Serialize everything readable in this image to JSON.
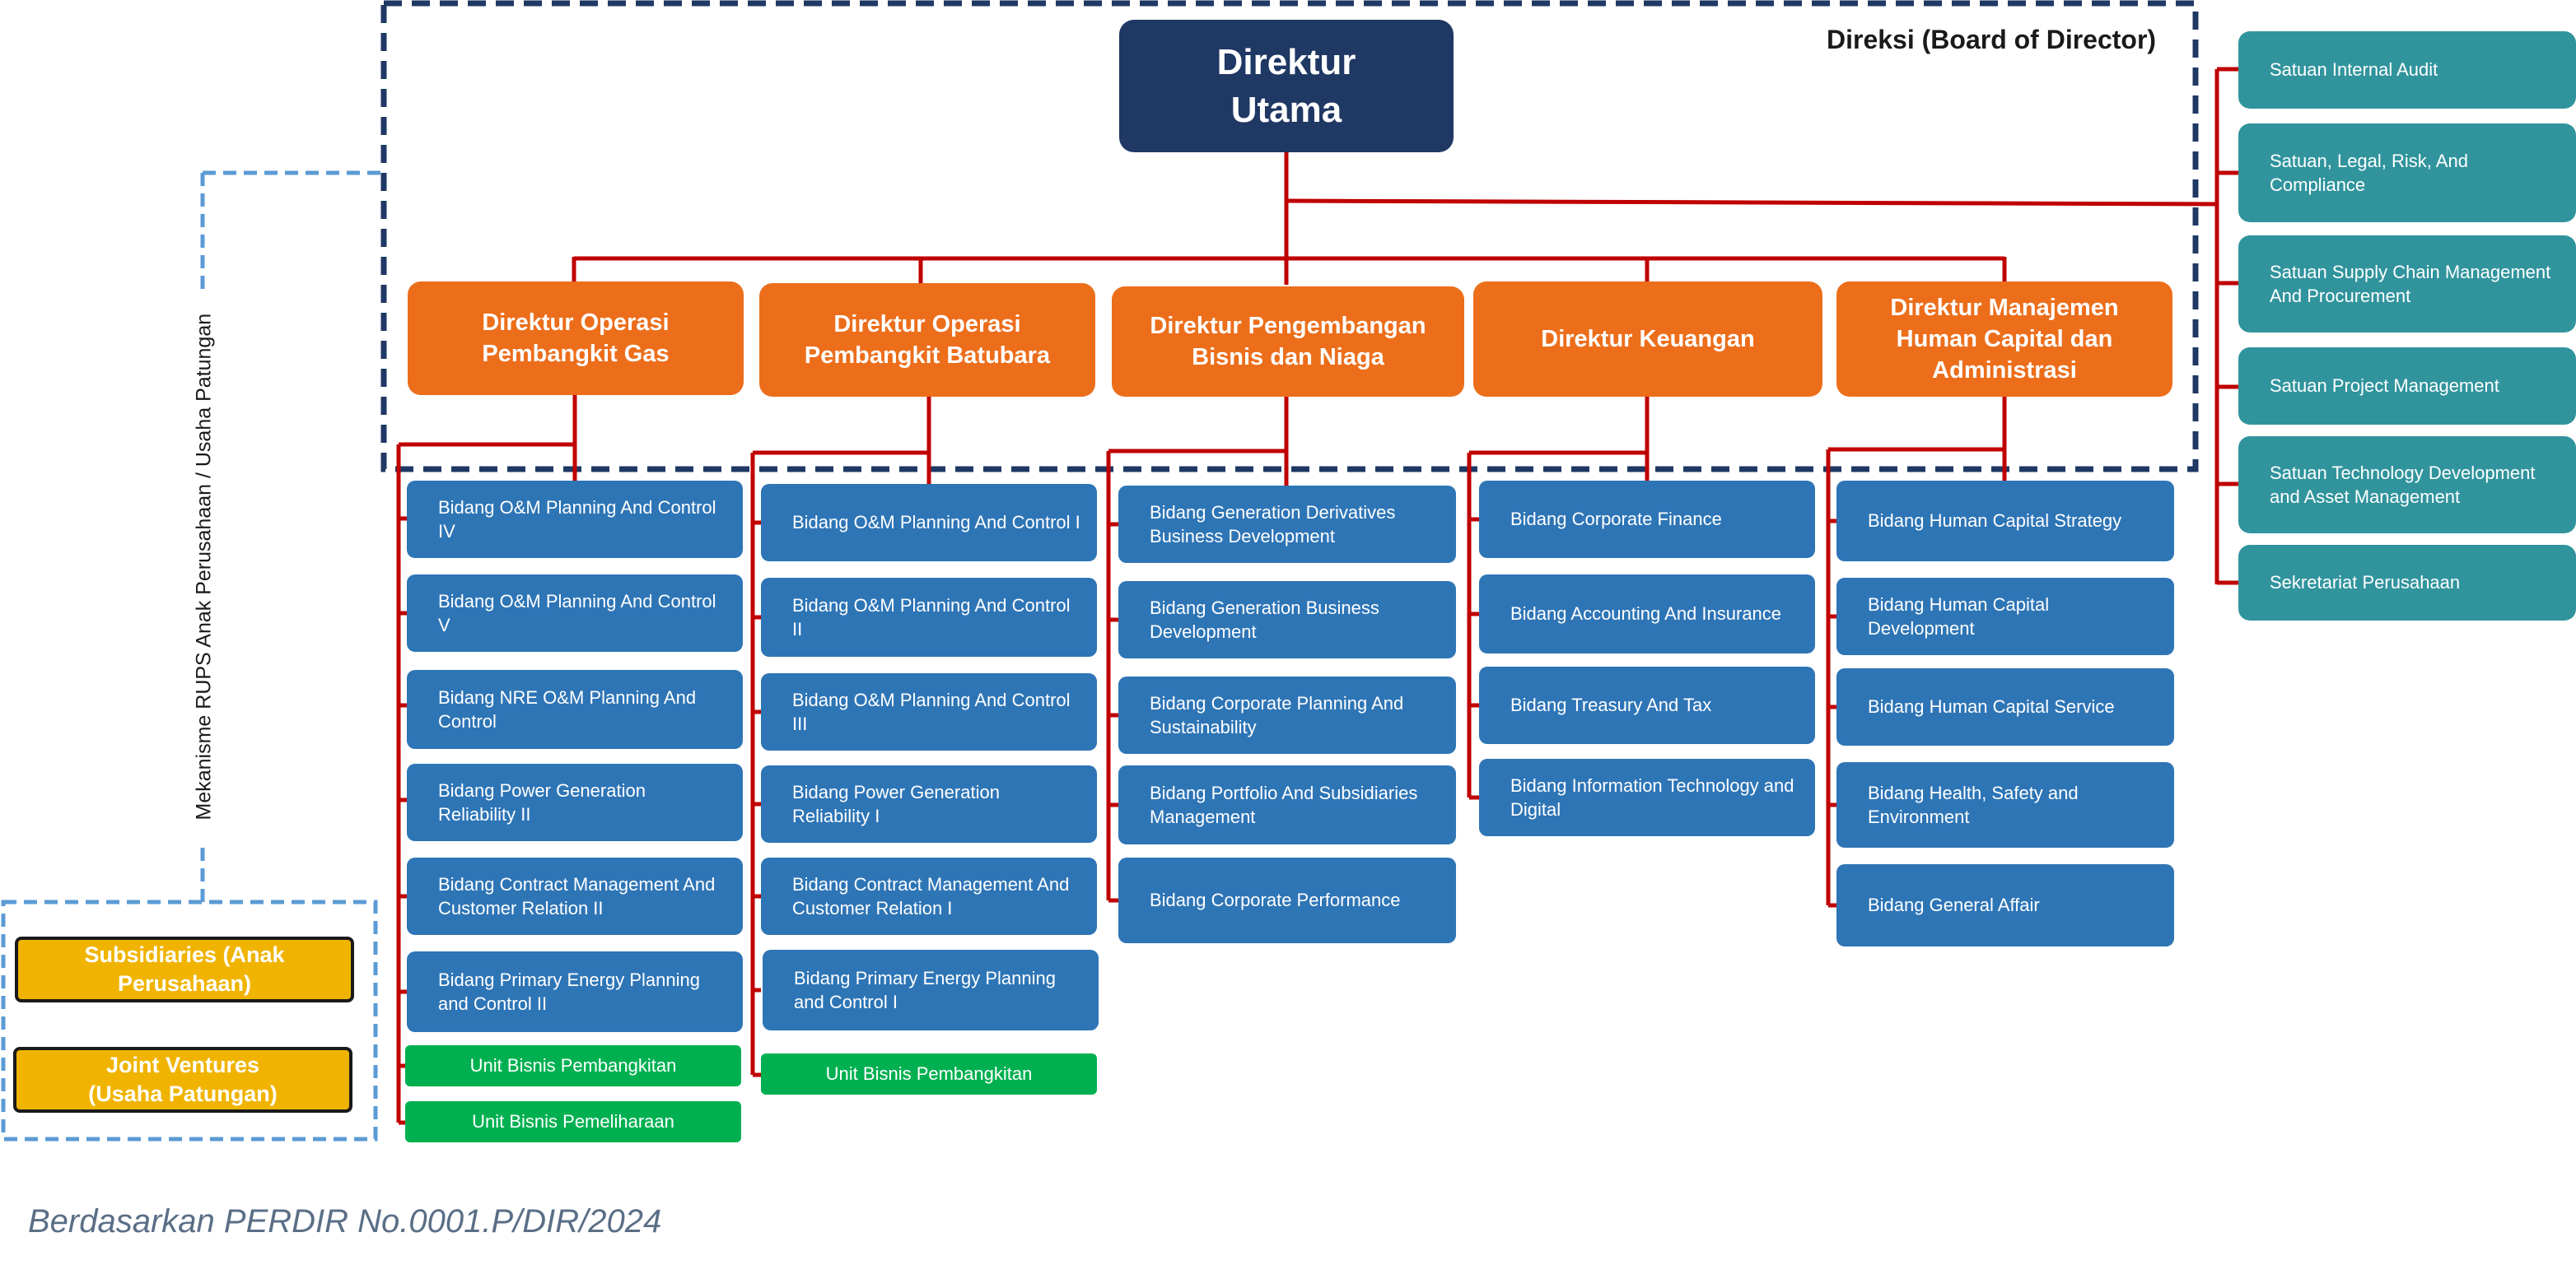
{
  "board_label": "Direksi (Board of Director)",
  "ceo": {
    "label": "Direktur Utama"
  },
  "directors": [
    {
      "label": "Direktur Operasi Pembangkit Gas",
      "units": [
        "Bidang O&M Planning And Control IV",
        "Bidang O&M Planning And Control V",
        "Bidang NRE O&M Planning And Control",
        "Bidang Power Generation Reliability II",
        "Bidang Contract Management And Customer Relation II",
        "Bidang Primary Energy Planning and Control II"
      ],
      "business_units": [
        "Unit Bisnis Pembangkitan",
        "Unit Bisnis Pemeliharaan"
      ]
    },
    {
      "label": "Direktur Operasi Pembangkit Batubara",
      "units": [
        "Bidang O&M Planning And Control I",
        "Bidang O&M Planning And Control II",
        "Bidang O&M Planning And Control III",
        "Bidang Power Generation Reliability I",
        "Bidang Contract Management And Customer Relation I",
        "Bidang Primary Energy Planning and Control I"
      ],
      "business_units": [
        "Unit Bisnis Pembangkitan"
      ]
    },
    {
      "label": "Direktur Pengembangan Bisnis dan Niaga",
      "units": [
        "Bidang Generation Derivatives Business Development",
        "Bidang  Generation Business Development",
        "Bidang Corporate Planning And Sustainability",
        "Bidang Portfolio And Subsidiaries Management",
        "Bidang Corporate Performance"
      ],
      "business_units": []
    },
    {
      "label": "Direktur Keuangan",
      "units": [
        "Bidang Corporate Finance",
        "Bidang  Accounting And Insurance",
        "Bidang Treasury And Tax",
        "Bidang Information Technology and Digital"
      ],
      "business_units": []
    },
    {
      "label": "Direktur Manajemen Human Capital dan Administrasi",
      "units": [
        "Bidang Human Capital Strategy",
        "Bidang Human Capital Development",
        "Bidang Human Capital Service",
        "Bidang Health, Safety and Environment",
        "Bidang General Affair"
      ],
      "business_units": []
    }
  ],
  "staff_units": [
    "Satuan Internal Audit",
    "Satuan, Legal, Risk, And Compliance",
    "Satuan Supply Chain Management And Procurement",
    "Satuan Project Management",
    "Satuan Technology Development and Asset Management",
    "Sekretariat Perusahaan"
  ],
  "rups_label": "Mekanisme RUPS Anak Perusahaan / Usaha Patungan",
  "subsidiaries": [
    "Subsidiaries (Anak Perusahaan)",
    "Joint Ventures (Usaha Patungan)"
  ],
  "footnote": "Berdasarkan PERDIR No.0001.P/DIR/2024",
  "colors": {
    "ceo": "#1f3864",
    "director": "#ec6e1b",
    "unit": "#2e75b6",
    "business_unit": "#00b050",
    "staff_unit": "#31949d",
    "subsidiary": "#f0b400",
    "connector": "#c00000",
    "board_border": "#1f3864",
    "rups_border": "#5b9bd5"
  }
}
